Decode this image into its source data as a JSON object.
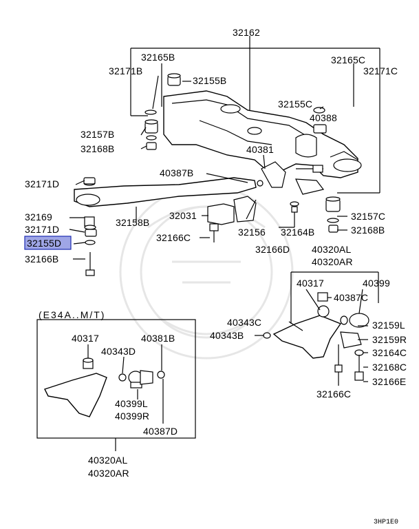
{
  "diagram": {
    "labels": {
      "p32162": "32162",
      "p32165B": "32165B",
      "p32171B": "32171B",
      "p32155B": "32155B",
      "p32165C": "32165C",
      "p32171C": "32171C",
      "p32155C": "32155C",
      "p40388": "40388",
      "p32157B": "32157B",
      "p32168B_l": "32168B",
      "p40381": "40381",
      "p40387B": "40387B",
      "p32171D_top": "32171D",
      "p32169": "32169",
      "p32158B": "32158B",
      "p32031": "32031",
      "p32171D_bot": "32171D",
      "p32155D": "32155D",
      "p32166B": "32166B",
      "p32166C_mid": "32166C",
      "p32156": "32156",
      "p32164B": "32164B",
      "p32166D": "32166D",
      "p32157C": "32157C",
      "p32168B_r": "32168B",
      "p40320AL_r": "40320AL",
      "p40320AR_r": "40320AR",
      "p40317_r": "40317",
      "p40399": "40399",
      "p40387C": "40387C",
      "p40343C": "40343C",
      "p40343B": "40343B",
      "p32159L": "32159L",
      "p32159R": "32159R",
      "p32164C": "32164C",
      "p32168C": "32168C",
      "p32166E": "32166E",
      "p32166C_bot": "32166C",
      "inset_title": "(E34A..M/T)",
      "p40317_l": "40317",
      "p40381B": "40381B",
      "p40343D": "40343D",
      "p40399L": "40399L",
      "p40399R": "40399R",
      "p40387D": "40387D",
      "p40320AL_b": "40320AL",
      "p40320AR_b": "40320AR",
      "ref_code": "3HP1E0"
    },
    "highlighted_part": "32155D",
    "colors": {
      "highlight_fill": "#9fa6e6",
      "highlight_border": "#1b2bb0",
      "ink": "#000000",
      "watermark": "#e6e6e6"
    }
  }
}
